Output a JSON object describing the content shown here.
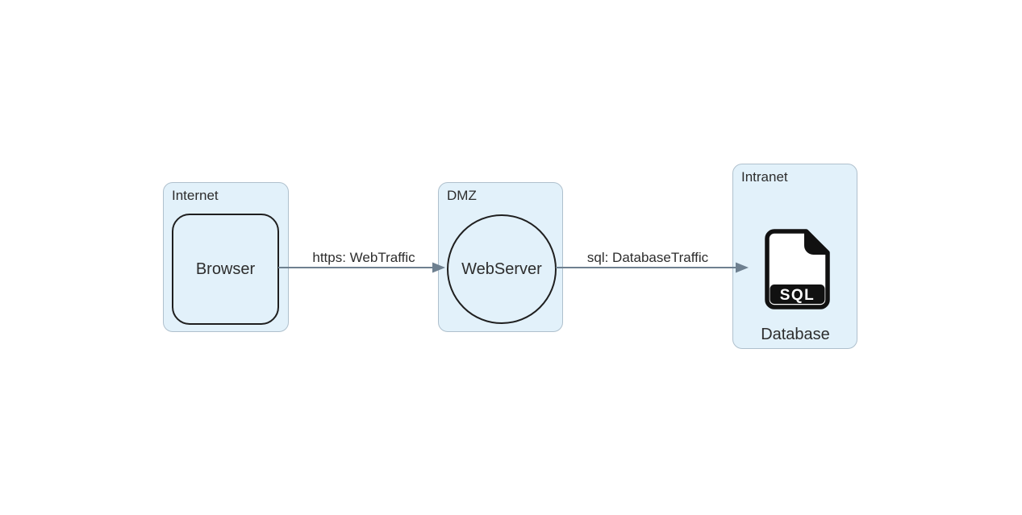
{
  "diagram": {
    "type": "data-flow-diagram",
    "colors": {
      "background": "#ffffff",
      "zone_fill": "#e2f1fa",
      "zone_border": "#afc0cd",
      "node_fill": "#e2f1fa",
      "node_border": "#1f1f1f",
      "arrow": "#6e8090",
      "text": "#2d2d2d",
      "icon_fill": "#111111",
      "icon_text_color": "#ffffff"
    },
    "zones": [
      {
        "label": "Internet"
      },
      {
        "label": "DMZ"
      },
      {
        "label": "Intranet"
      }
    ],
    "nodes": [
      {
        "label": "Browser",
        "shape": "rounded-rectangle",
        "zone": "Internet"
      },
      {
        "label": "WebServer",
        "shape": "circle",
        "zone": "DMZ"
      },
      {
        "label": "Database",
        "shape": "sql-file-icon",
        "icon_label": "SQL",
        "zone": "Intranet"
      }
    ],
    "edges": [
      {
        "label": "https: WebTraffic",
        "from": "Browser",
        "to": "WebServer"
      },
      {
        "label": "sql: DatabaseTraffic",
        "from": "WebServer",
        "to": "Database"
      }
    ]
  }
}
